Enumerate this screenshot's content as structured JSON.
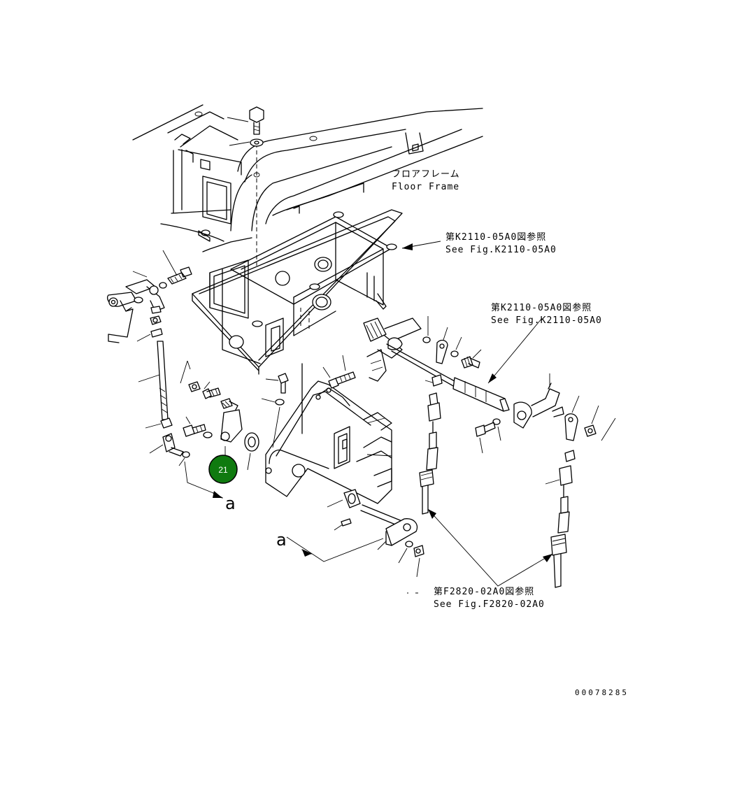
{
  "labels": {
    "floor_frame_jp": "フロアフレーム",
    "floor_frame_en": "Floor Frame",
    "ref1_jp": "第K2110-05A0図参照",
    "ref1_en": "See Fig.K2110-05A0",
    "ref2_jp": "第K2110-05A0図参照",
    "ref2_en": "See Fig.K2110-05A0",
    "ref3_jp": "第F2820-02A0図参照",
    "ref3_en": "See Fig.F2820-02A0",
    "marker_a_1": "a",
    "marker_a_2": "a",
    "part_number": "21",
    "drawing_code": "00078285"
  },
  "colors": {
    "line": "#000000",
    "background": "#ffffff",
    "badge_fill": "#0f7a0f",
    "badge_border": "#000000",
    "badge_text": "#ffffff"
  },
  "icons": {
    "part_badge": "numbered-circle-callout"
  }
}
